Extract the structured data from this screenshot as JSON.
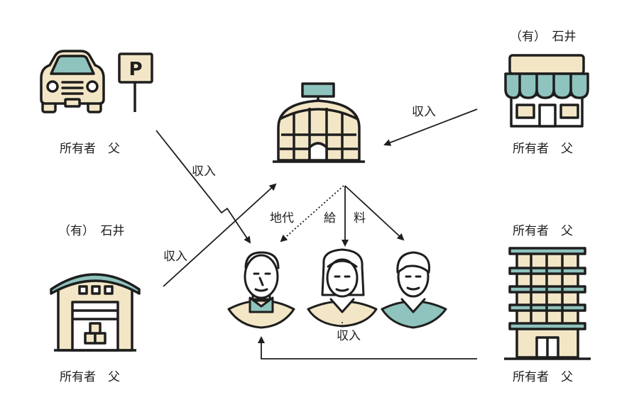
{
  "colors": {
    "ink": "#1e1e1e",
    "beige": "#f3e6c6",
    "teal": "#8fc3bd",
    "white": "#ffffff"
  },
  "labels": {
    "car_owner": "所有者　父",
    "shop_company": "（有）　石井",
    "shop_owner": "所有者　父",
    "warehouse_company": "（有）　石井",
    "warehouse_owner": "所有者　父",
    "apartment_owner_top": "所有者　父",
    "apartment_owner_bottom": "所有者　父"
  },
  "arrows": {
    "car_income": "収入",
    "shop_income": "収入",
    "warehouse_income": "収入",
    "ground_rent": "地代",
    "salary_1": "給",
    "salary_2": "料",
    "people_income": "収入"
  },
  "icons": [
    "car-icon",
    "parking-sign-icon",
    "company-building-icon",
    "shop-icon",
    "warehouse-icon",
    "apartment-icon",
    "father-icon",
    "mother-icon",
    "son-icon"
  ]
}
